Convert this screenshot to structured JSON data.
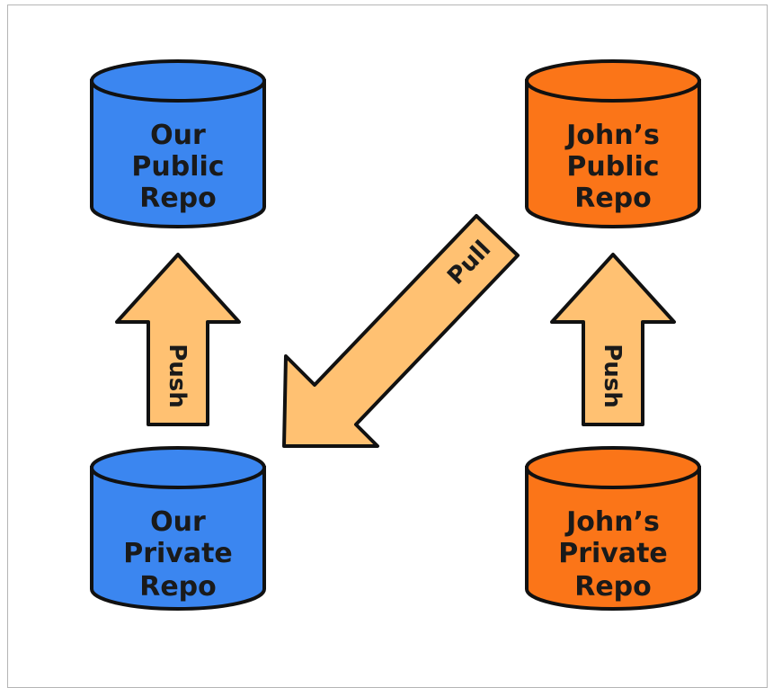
{
  "colors": {
    "our_repo_fill": "#3b86f0",
    "our_repo_shade": "#2a6ed6",
    "johns_repo_fill": "#fb7518",
    "johns_repo_shade": "#e8600a",
    "arrow_fill": "#ffc172",
    "outline": "#111111"
  },
  "repos": {
    "our_public": {
      "lines": [
        "Our",
        "Public",
        "Repo"
      ]
    },
    "johns_public": {
      "lines": [
        "John’s",
        "Public",
        "Repo"
      ]
    },
    "our_private": {
      "lines": [
        "Our",
        "Private",
        "Repo"
      ]
    },
    "johns_private": {
      "lines": [
        "John’s",
        "Private",
        "Repo"
      ]
    }
  },
  "arrows": {
    "left_push": {
      "label": "Push"
    },
    "right_push": {
      "label": "Push"
    },
    "pull": {
      "label": "Pull"
    }
  }
}
